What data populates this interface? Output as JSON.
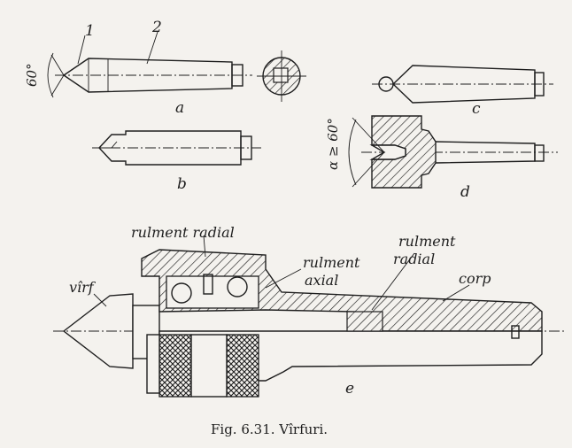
{
  "caption": "Fig. 6.31. Vîrfuri.",
  "subfigures": {
    "a": "a",
    "b": "b",
    "c": "c",
    "d": "d",
    "e": "e"
  },
  "part_numbers": {
    "one": "1",
    "two": "2"
  },
  "angles": {
    "a": "60°",
    "d": "α ≥ 60°"
  },
  "labels": {
    "rulment_radial_top": "rulment radial",
    "rulment_axial_1": "rulment",
    "rulment_axial_2": "axial",
    "rulment_radial_right_1": "rulment",
    "rulment_radial_right_2": "radial",
    "corp": "corp",
    "virf": "vîrf"
  }
}
